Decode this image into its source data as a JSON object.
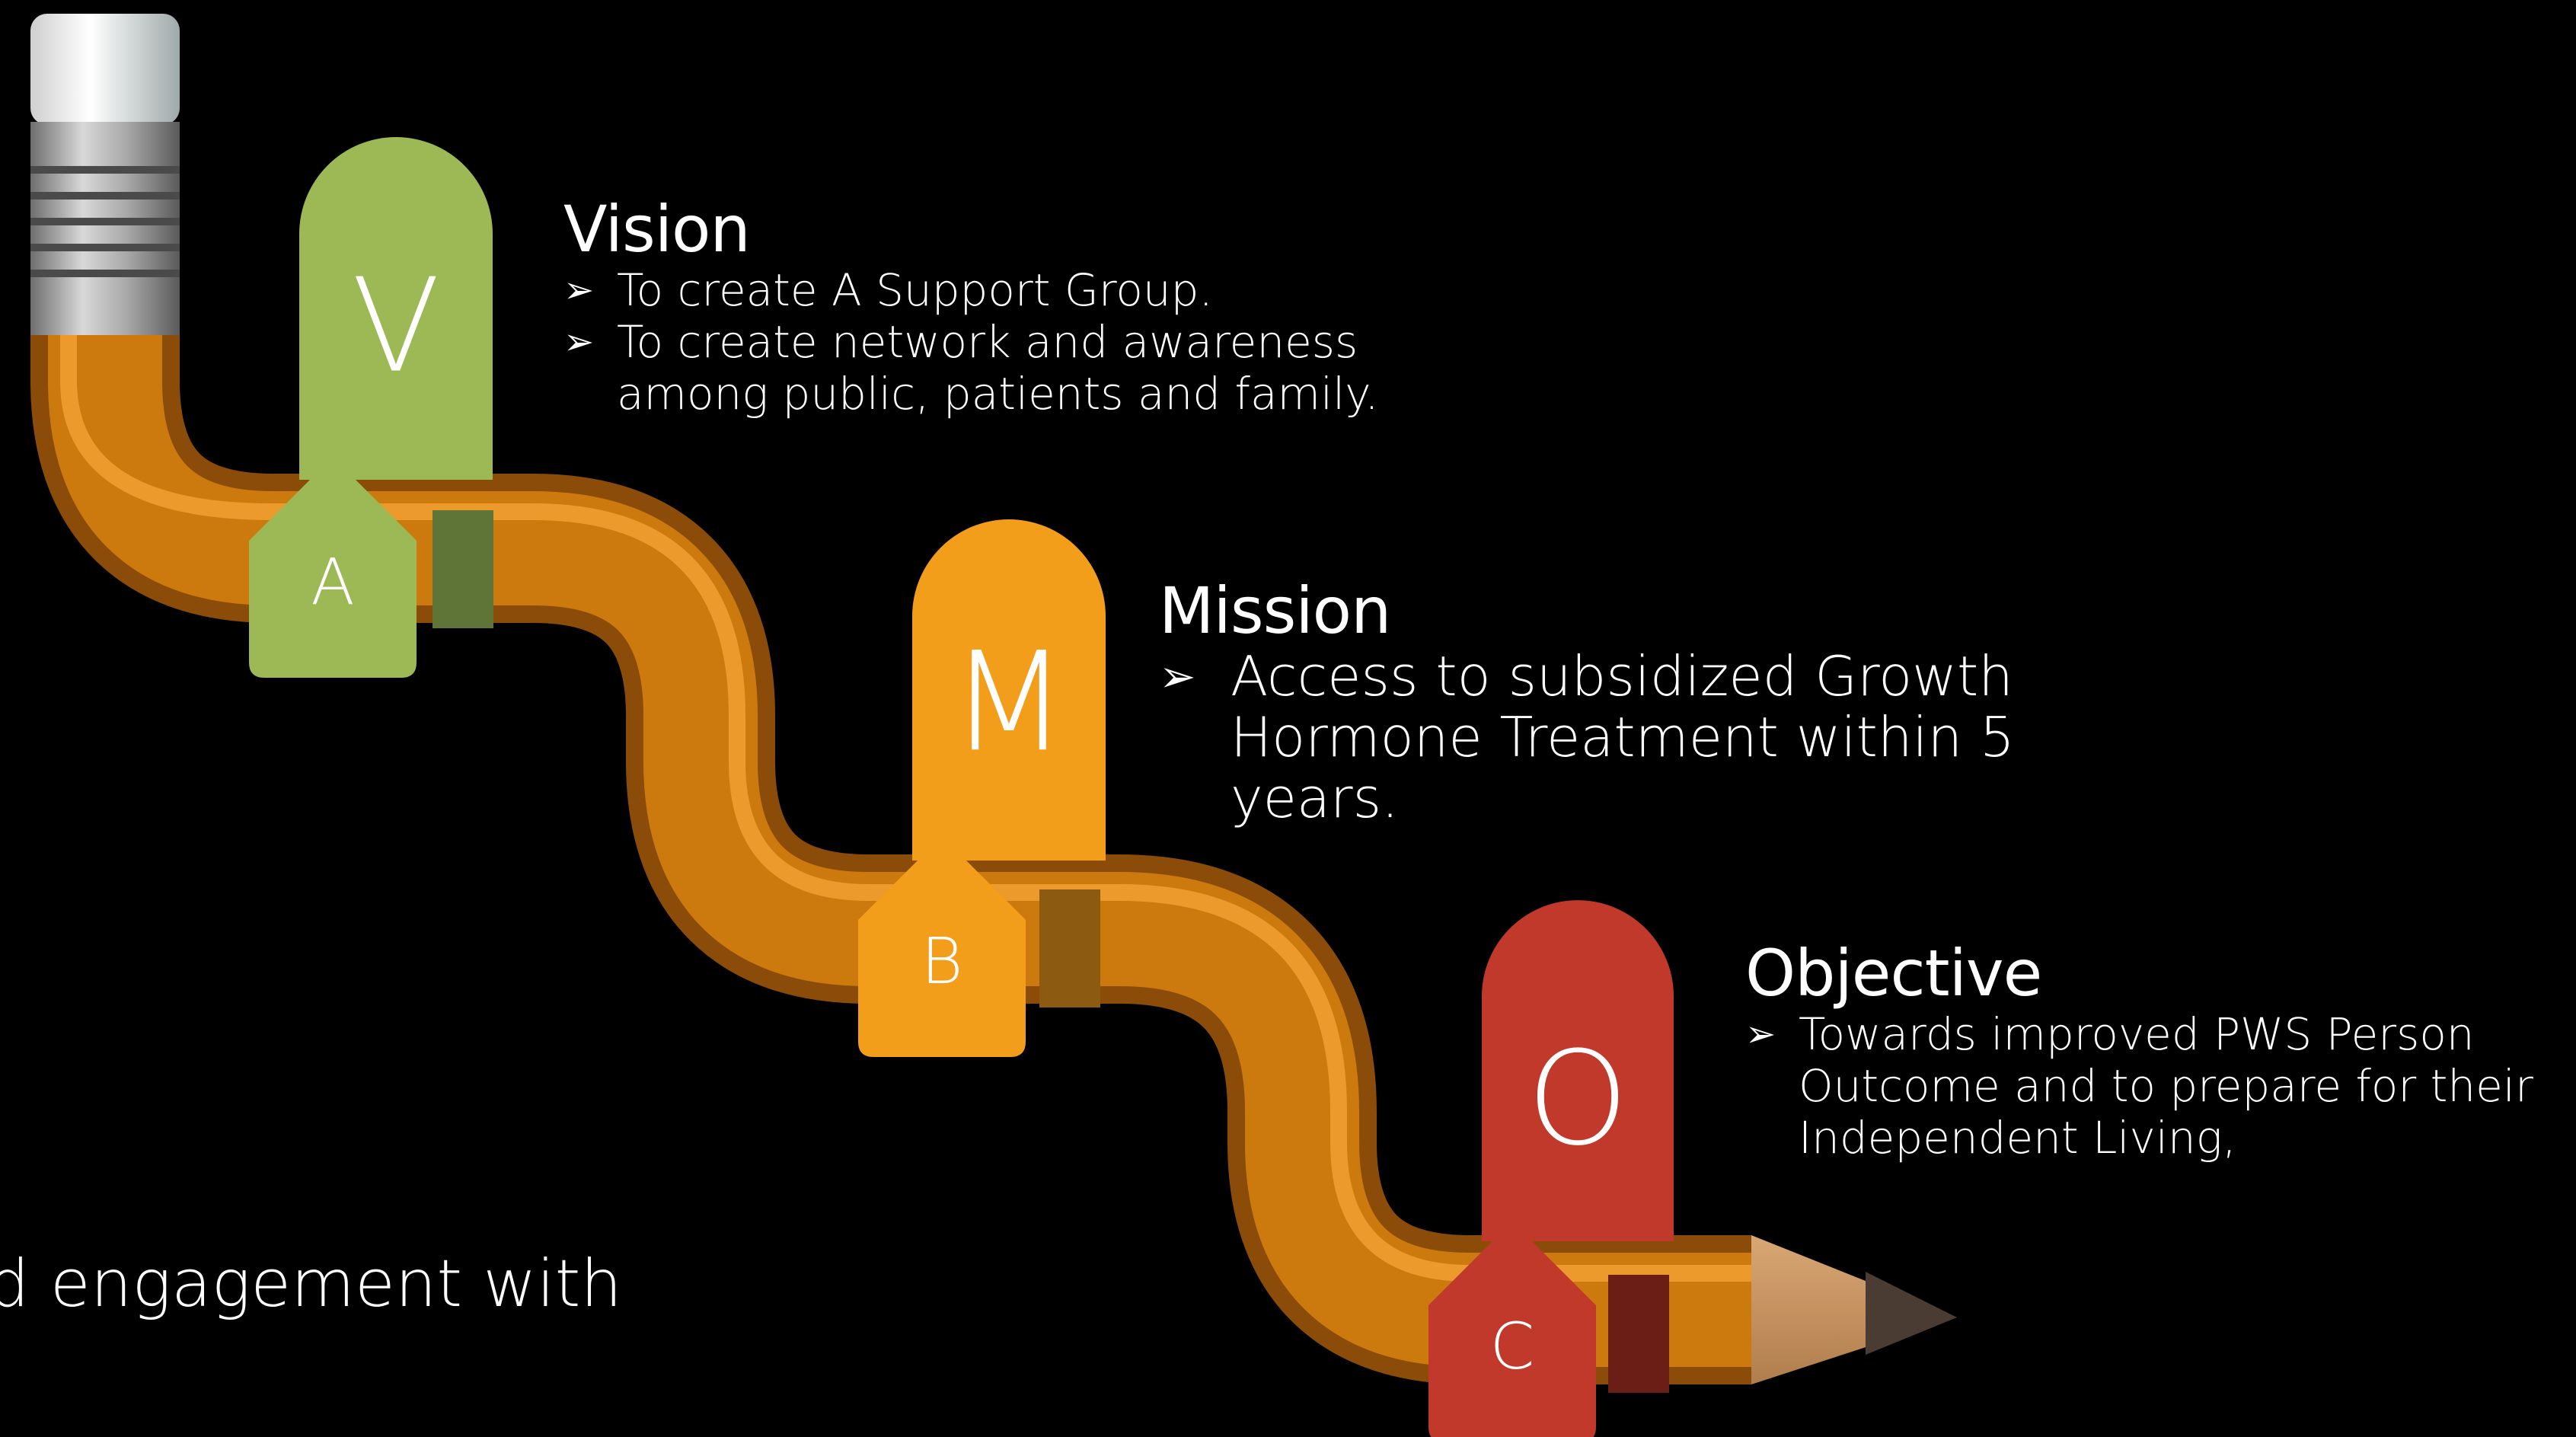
{
  "stages": [
    {
      "id": "vision",
      "tab_letter": "V",
      "marker_letter": "A",
      "color": "#9CB955",
      "fold_color": "#5F7437",
      "title": "Vision",
      "bullets": [
        "To create A Support Group.",
        "To create network and awareness among public, patients and family."
      ]
    },
    {
      "id": "mission",
      "tab_letter": "M",
      "marker_letter": "B",
      "color": "#F29E1A",
      "fold_color": "#8C5A10",
      "title": "Mission",
      "bullets": [
        "Access to subsidized Growth Hormone Treatment within 5 years."
      ]
    },
    {
      "id": "objective",
      "tab_letter": "O",
      "marker_letter": "C",
      "color": "#C0392B",
      "fold_color": "#6B1E16",
      "title": "Objective",
      "bullets": [
        "Towards improved PWS Person Outcome and to prepare for their Independent Living,"
      ]
    }
  ],
  "bullet_marker": "➢",
  "partial_text": "d engagement with",
  "colors": {
    "background": "#000000",
    "pencil_body": "#CC7A0E",
    "pencil_highlight": "#F0A030",
    "pencil_shadow": "#8A4C08",
    "wood": "#C99660",
    "lead": "#4A3B33",
    "eraser": "#E6E6E6",
    "ferrule": "#9A9A9A"
  }
}
